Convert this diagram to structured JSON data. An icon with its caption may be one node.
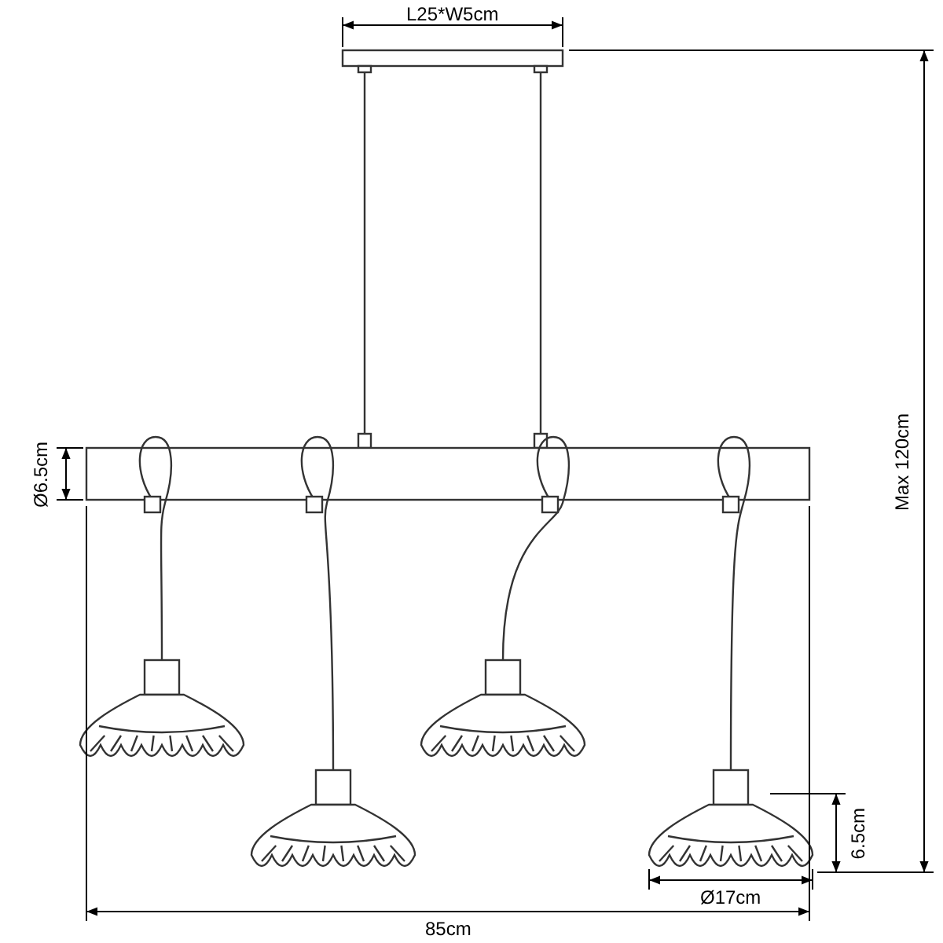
{
  "diagram": {
    "labels": [
      "L25*W5cm",
      "Ø6.5cm",
      "Max 120cm",
      "6.5cm",
      "Ø17cm",
      "85cm"
    ]
  }
}
